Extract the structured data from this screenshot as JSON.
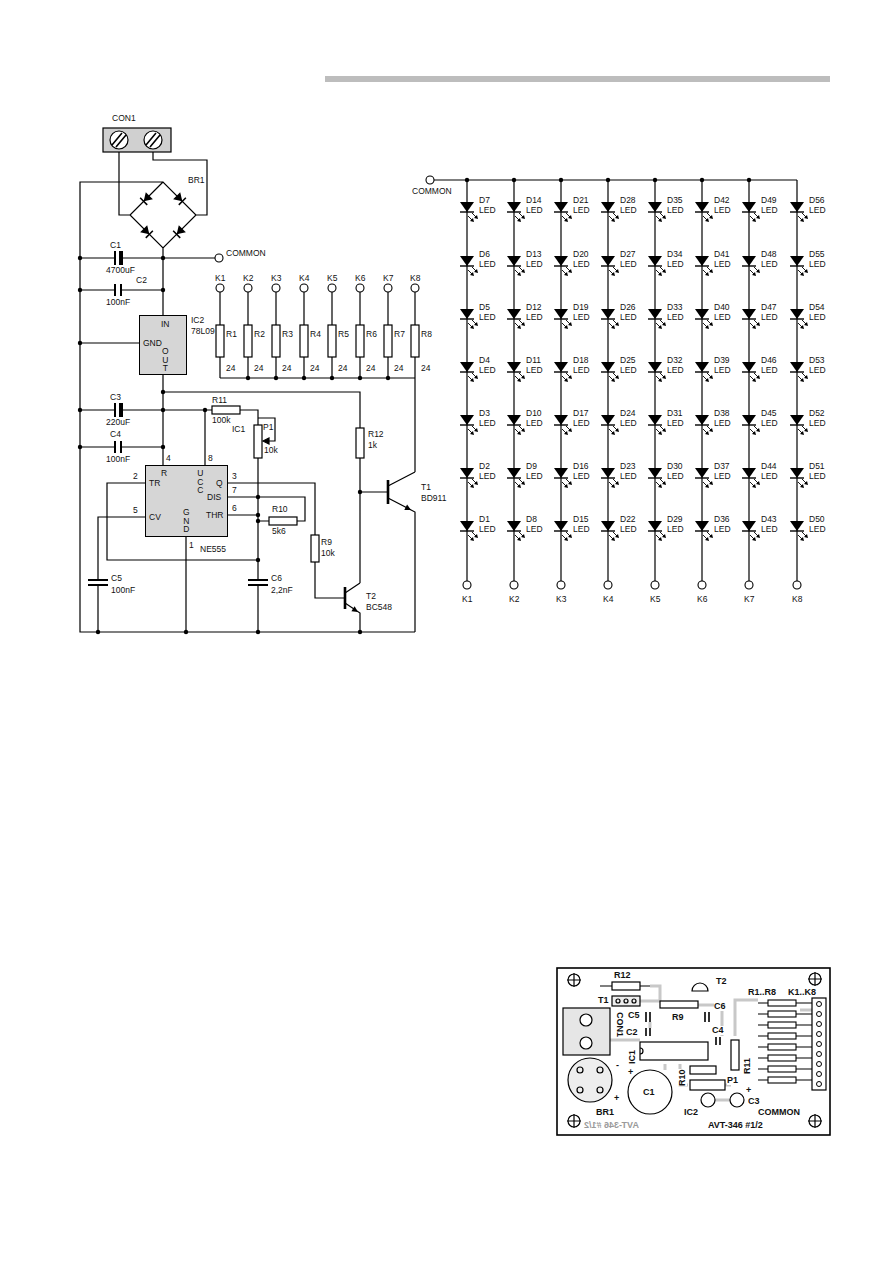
{
  "diagram": {
    "nodes": [
      {
        "text": [
          "IN",
          "GND",
          "OUT"
        ]
      },
      {
        "text": [
          "R",
          "TR",
          "UCC",
          "Q",
          "DIS",
          "CV",
          "GND",
          "THR"
        ]
      }
    ],
    "edges": [
      {
        "from": 0,
        "to": 1,
        "arrow": "none"
      }
    ],
    "labels": [
      "CON1",
      "BR1",
      "C1",
      "4700uF",
      "C2",
      "100nF",
      "COMMON",
      "IC2",
      "78L09",
      "K1",
      "K2",
      "K3",
      "K4",
      "K5",
      "K6",
      "K7",
      "K8",
      "R1",
      "R2",
      "R3",
      "R4",
      "R5",
      "R6",
      "R7",
      "R8",
      "24",
      "24",
      "24",
      "24",
      "24",
      "24",
      "24",
      "24",
      "C3",
      "220uF",
      "C4",
      "100nF",
      "R11",
      "100k",
      "P1",
      "10k",
      "IC1",
      "R12",
      "1k",
      "4",
      "8",
      "2",
      "3",
      "7",
      "5",
      "6",
      "R10",
      "5k6",
      "1",
      "NE555",
      "T1",
      "BD911",
      "R9",
      "10k",
      "C5",
      "100nF",
      "C6",
      "2,2nF",
      "T2",
      "BC548",
      "COMMON",
      "D7",
      "LED",
      "D14",
      "LED",
      "D21",
      "LED",
      "D28",
      "LED",
      "D35",
      "LED",
      "D42",
      "LED",
      "D49",
      "LED",
      "D56",
      "LED",
      "D6",
      "LED",
      "D13",
      "LED",
      "D20",
      "LED",
      "D27",
      "LED",
      "D34",
      "LED",
      "D41",
      "LED",
      "D48",
      "LED",
      "D55",
      "LED",
      "D5",
      "LED",
      "D12",
      "LED",
      "D19",
      "LED",
      "D26",
      "LED",
      "D33",
      "LED",
      "D40",
      "LED",
      "D47",
      "LED",
      "D54",
      "LED",
      "D4",
      "LED",
      "D11",
      "LED",
      "D18",
      "LED",
      "D25",
      "LED",
      "D32",
      "LED",
      "D39",
      "LED",
      "D46",
      "LED",
      "D53",
      "LED",
      "D3",
      "LED",
      "D10",
      "LED",
      "D17",
      "LED",
      "D24",
      "LED",
      "D31",
      "LED",
      "D38",
      "LED",
      "D45",
      "LED",
      "D52",
      "LED",
      "D2",
      "LED",
      "D9",
      "LED",
      "D16",
      "LED",
      "D23",
      "LED",
      "D30",
      "LED",
      "D37",
      "LED",
      "D44",
      "LED",
      "D51",
      "LED",
      "D1",
      "LED",
      "D8",
      "LED",
      "D15",
      "LED",
      "D22",
      "LED",
      "D29",
      "LED",
      "D36",
      "LED",
      "D43",
      "LED",
      "D50",
      "LED",
      "K1",
      "K2",
      "K3",
      "K4",
      "K5",
      "K6",
      "K7",
      "K8",
      "R12",
      "T2",
      "T1",
      "R1..R8",
      "K1..K8",
      "C5",
      "R9",
      "C6",
      "C2",
      "C4",
      "CON1",
      "IC1",
      "R11",
      "R10",
      "P1",
      "-",
      "+",
      "BR1",
      "+",
      "C1",
      "IC2",
      "+",
      "C3",
      "COMMON",
      "AVT-346 #1/2",
      "AVT-346 #1/2"
    ]
  }
}
